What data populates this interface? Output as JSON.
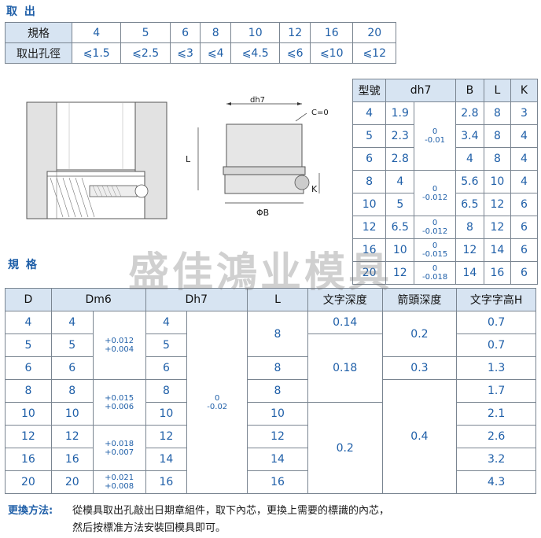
{
  "takeout": {
    "title": "取 出",
    "row1_label": "規格",
    "row1": [
      "4",
      "5",
      "6",
      "8",
      "10",
      "12",
      "16",
      "20"
    ],
    "row2_label": "取出孔徑",
    "row2": [
      "⩽1.5",
      "⩽2.5",
      "⩽3",
      "⩽4",
      "⩽4.5",
      "⩽6",
      "⩽10",
      "⩽12"
    ]
  },
  "drawing": {
    "dh7": "dh7",
    "c0": "C=0",
    "L": "L",
    "K": "K",
    "phiB": "ΦB"
  },
  "dh7_table": {
    "headers": [
      "型號",
      "dh7",
      "B",
      "L",
      "K"
    ],
    "rows": [
      {
        "model": "4",
        "d": "1.9",
        "B": "2.8",
        "L": "8",
        "K": "3"
      },
      {
        "model": "5",
        "d": "2.3",
        "B": "3.4",
        "L": "8",
        "K": "4"
      },
      {
        "model": "6",
        "d": "2.8",
        "B": "4",
        "L": "8",
        "K": "4"
      },
      {
        "model": "8",
        "d": "4",
        "B": "5.6",
        "L": "10",
        "K": "4"
      },
      {
        "model": "10",
        "d": "5",
        "B": "6.5",
        "L": "12",
        "K": "6"
      },
      {
        "model": "12",
        "d": "6.5",
        "B": "8",
        "L": "12",
        "K": "6"
      },
      {
        "model": "16",
        "d": "10",
        "B": "12",
        "L": "14",
        "K": "6"
      },
      {
        "model": "20",
        "d": "12",
        "B": "14",
        "L": "16",
        "K": "6"
      }
    ],
    "tol1_top": "0",
    "tol1_bot": "-0.01",
    "tol2_top": "0",
    "tol2_bot": "-0.012",
    "tol3_top": "0",
    "tol3_bot": "-0.012",
    "tol4_top": "0",
    "tol4_bot": "-0.015",
    "tol5_top": "0",
    "tol5_bot": "-0.018"
  },
  "spec": {
    "title": "規 格",
    "headers": [
      "D",
      "Dm6",
      "Dh7",
      "L",
      "文字深度",
      "箭頭深度",
      "文字字高H"
    ],
    "D": [
      "4",
      "5",
      "6",
      "8",
      "10",
      "12",
      "16",
      "20"
    ],
    "Dm6": [
      "4",
      "5",
      "6",
      "8",
      "10",
      "12",
      "16",
      "20"
    ],
    "Dh7": [
      "4",
      "5",
      "6",
      "8",
      "10",
      "12",
      "14",
      "16"
    ],
    "H": [
      "0.7",
      "0.7",
      "1.3",
      "1.7",
      "2.1",
      "2.6",
      "3.2",
      "4.3"
    ],
    "m6_tol1_top": "+0.012",
    "m6_tol1_bot": "+0.004",
    "m6_tol2_top": "+0.015",
    "m6_tol2_bot": "+0.006",
    "m6_tol3_top": "+0.018",
    "m6_tol3_bot": "+0.007",
    "m6_tol4_top": "+0.021",
    "m6_tol4_bot": "+0.008",
    "h7_tol_top": "0",
    "h7_tol_bot": "-0.02",
    "L_8a": "8",
    "L_8b": "8",
    "L_8c": "8",
    "L_10": "10",
    "L_12": "12",
    "L_14": "14",
    "L_16": "16",
    "text_depth_1": "0.14",
    "text_depth_2": "0.18",
    "text_depth_3": "0.2",
    "arrow_depth_1": "0.2",
    "arrow_depth_2": "0.3",
    "arrow_depth_3": "0.4"
  },
  "watermark": "盛佳鴻业模具",
  "footer": {
    "label": "更換方法:",
    "line1": "從模具取出孔敲出日期章組件，取下內芯，更換上需要的標識的內芯，",
    "line2": "然后按標准方法安裝回模具即可。"
  }
}
